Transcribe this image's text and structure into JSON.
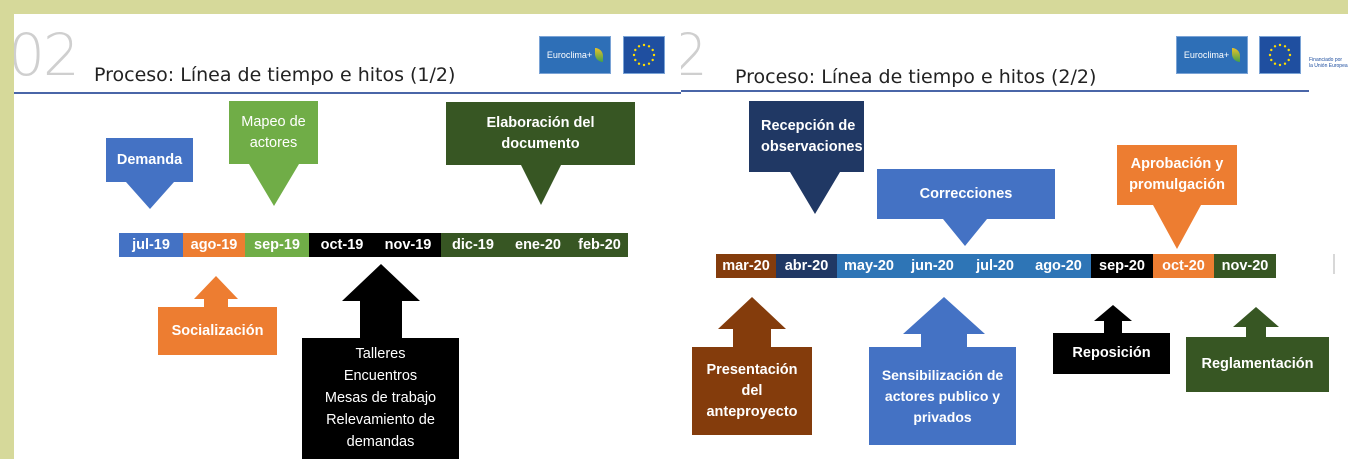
{
  "slides": [
    {
      "number": "02",
      "title": "Proceso: Línea de tiempo e hitos (1/2)",
      "logo_text": "Euroclima+",
      "timeline": [
        {
          "label": "jul-19",
          "color": "#4472c4"
        },
        {
          "label": "ago-19",
          "color": "#ed7d31"
        },
        {
          "label": "sep-19",
          "color": "#70ad47"
        },
        {
          "label": "oct-19",
          "color": "#000000"
        },
        {
          "label": "nov-19",
          "color": "#000000"
        },
        {
          "label": "dic-19",
          "color": "#375623"
        },
        {
          "label": "ene-20",
          "color": "#375623"
        },
        {
          "label": "feb-20",
          "color": "#375623"
        }
      ],
      "milestones": {
        "demanda": {
          "label": "Demanda",
          "color": "#4472c4"
        },
        "mapeo": {
          "label": "Mapeo de\nactores",
          "color": "#70ad47"
        },
        "elaboracion": {
          "label": "Elaboración del\ndocumento",
          "color": "#375623"
        },
        "socializacion": {
          "label": "Socialización",
          "color": "#ed7d31"
        },
        "talleres": {
          "label": "Talleres\nEncuentros\nMesas de trabajo\nRelevamiento de\ndemandas",
          "color": "#000000"
        }
      }
    },
    {
      "number": "2",
      "title": "Proceso: Línea de tiempo e hitos (2/2)",
      "logo_text": "Euroclima+",
      "funded_text": "Financiado por\nla Unión Europea",
      "timeline": [
        {
          "label": "mar-20",
          "color": "#843c0c"
        },
        {
          "label": "abr-20",
          "color": "#203864"
        },
        {
          "label": "may-20",
          "color": "#2e75b6"
        },
        {
          "label": "jun-20",
          "color": "#2e75b6"
        },
        {
          "label": "jul-20",
          "color": "#2e75b6"
        },
        {
          "label": "ago-20",
          "color": "#2e75b6"
        },
        {
          "label": "sep-20",
          "color": "#000000"
        },
        {
          "label": "oct-20",
          "color": "#ed7d31"
        },
        {
          "label": "nov-20",
          "color": "#375623"
        }
      ],
      "milestones": {
        "recepcion": {
          "label": "Recepción de\nobservaciones",
          "color": "#203864"
        },
        "correcciones": {
          "label": "Correcciones",
          "color": "#4472c4"
        },
        "aprobacion": {
          "label": "Aprobación y\npromulgación",
          "color": "#ed7d31"
        },
        "presentacion": {
          "label": "Presentación\ndel\nanteproyecto",
          "color": "#843c0c"
        },
        "sensibilizacion": {
          "label": "Sensibilización de\nactores publico y\nprivados",
          "color": "#4472c4"
        },
        "reposicion": {
          "label": "Reposición",
          "color": "#000000"
        },
        "reglamentacion": {
          "label": "Reglamentación",
          "color": "#375623"
        }
      }
    }
  ]
}
